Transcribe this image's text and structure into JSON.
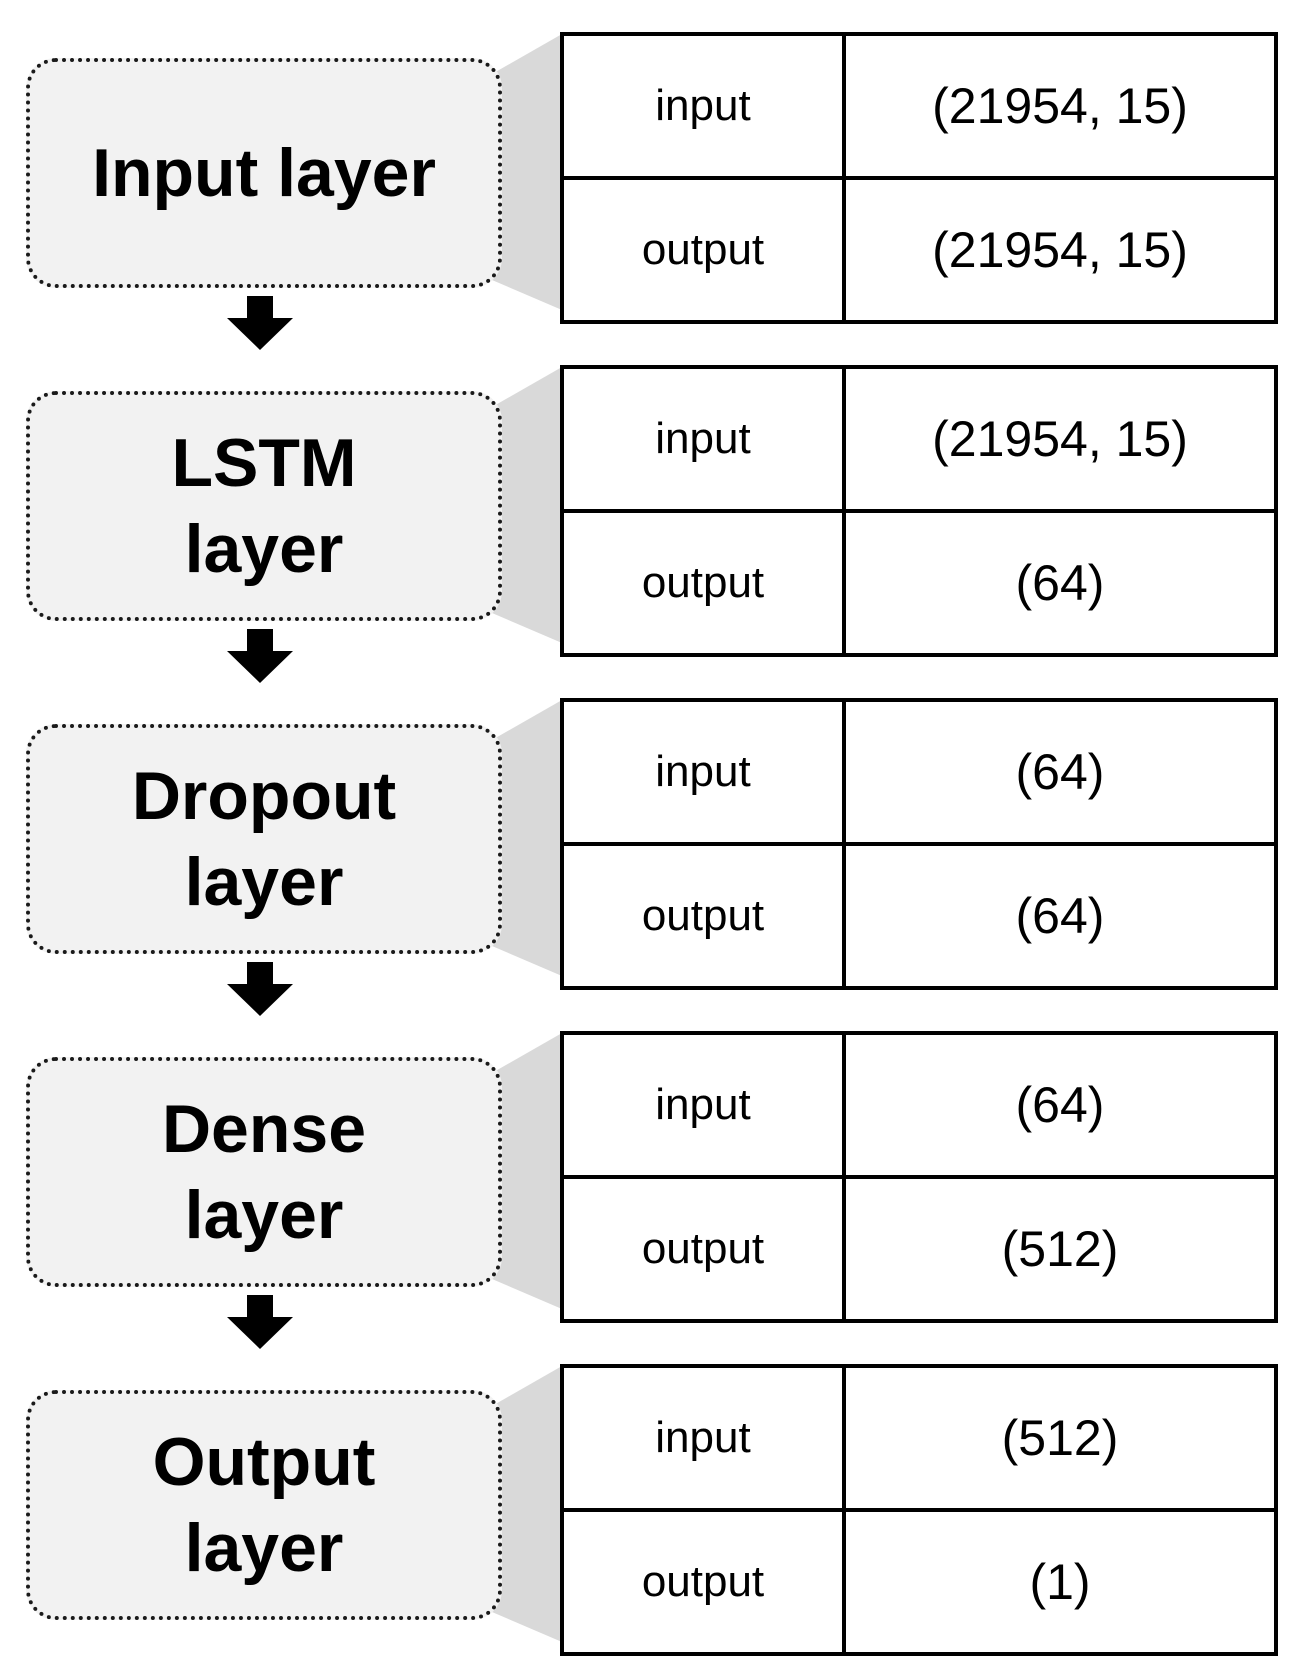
{
  "layers": [
    {
      "name": "Input layer",
      "rows": [
        {
          "key": "input",
          "value": "(21954, 15)"
        },
        {
          "key": "output",
          "value": "(21954, 15)"
        }
      ]
    },
    {
      "name": "LSTM\nlayer",
      "rows": [
        {
          "key": "input",
          "value": "(21954, 15)"
        },
        {
          "key": "output",
          "value": "(64)"
        }
      ]
    },
    {
      "name": "Dropout\nlayer",
      "rows": [
        {
          "key": "input",
          "value": "(64)"
        },
        {
          "key": "output",
          "value": "(64)"
        }
      ]
    },
    {
      "name": "Dense\nlayer",
      "rows": [
        {
          "key": "input",
          "value": "(64)"
        },
        {
          "key": "output",
          "value": "(512)"
        }
      ]
    },
    {
      "name": "Output\nlayer",
      "rows": [
        {
          "key": "input",
          "value": "(512)"
        },
        {
          "key": "output",
          "value": "(1)"
        }
      ]
    }
  ],
  "colors": {
    "box_fill": "#f2f2f2",
    "connector_fill": "#d9d9d9",
    "border": "#000000",
    "arrow": "#000000"
  },
  "icons": {
    "flow_arrow": "down-arrow-icon"
  }
}
